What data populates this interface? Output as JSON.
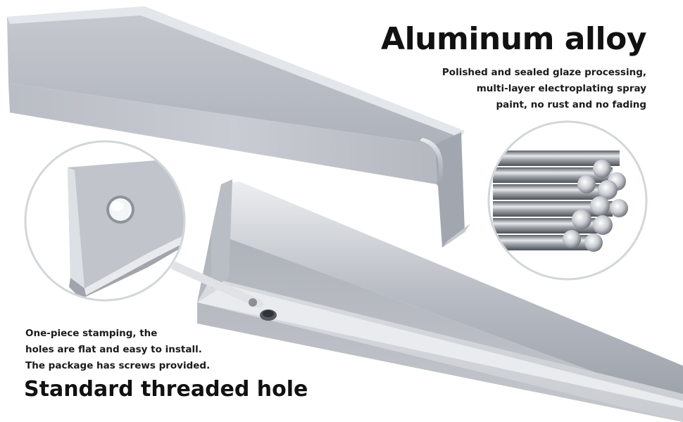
{
  "product": {
    "headline": "Aluminum alloy",
    "finish_description": [
      "Polished and sealed glaze processing,",
      "multi-layer electroplating spray",
      "paint, no rust and no fading"
    ],
    "install_description": [
      "One-piece stamping, the",
      "holes are flat and easy to install.",
      "The package has screws provided."
    ],
    "feature_title": "Standard threaded hole"
  },
  "colors": {
    "metal_light": "#d2d5da",
    "metal_mid": "#b1b5bd",
    "metal_dark": "#8a8f98",
    "text": "#111111",
    "background": "#ffffff"
  },
  "icons": [
    "threaded-hole-zoom-icon",
    "aluminum-rods-zoom-icon"
  ]
}
